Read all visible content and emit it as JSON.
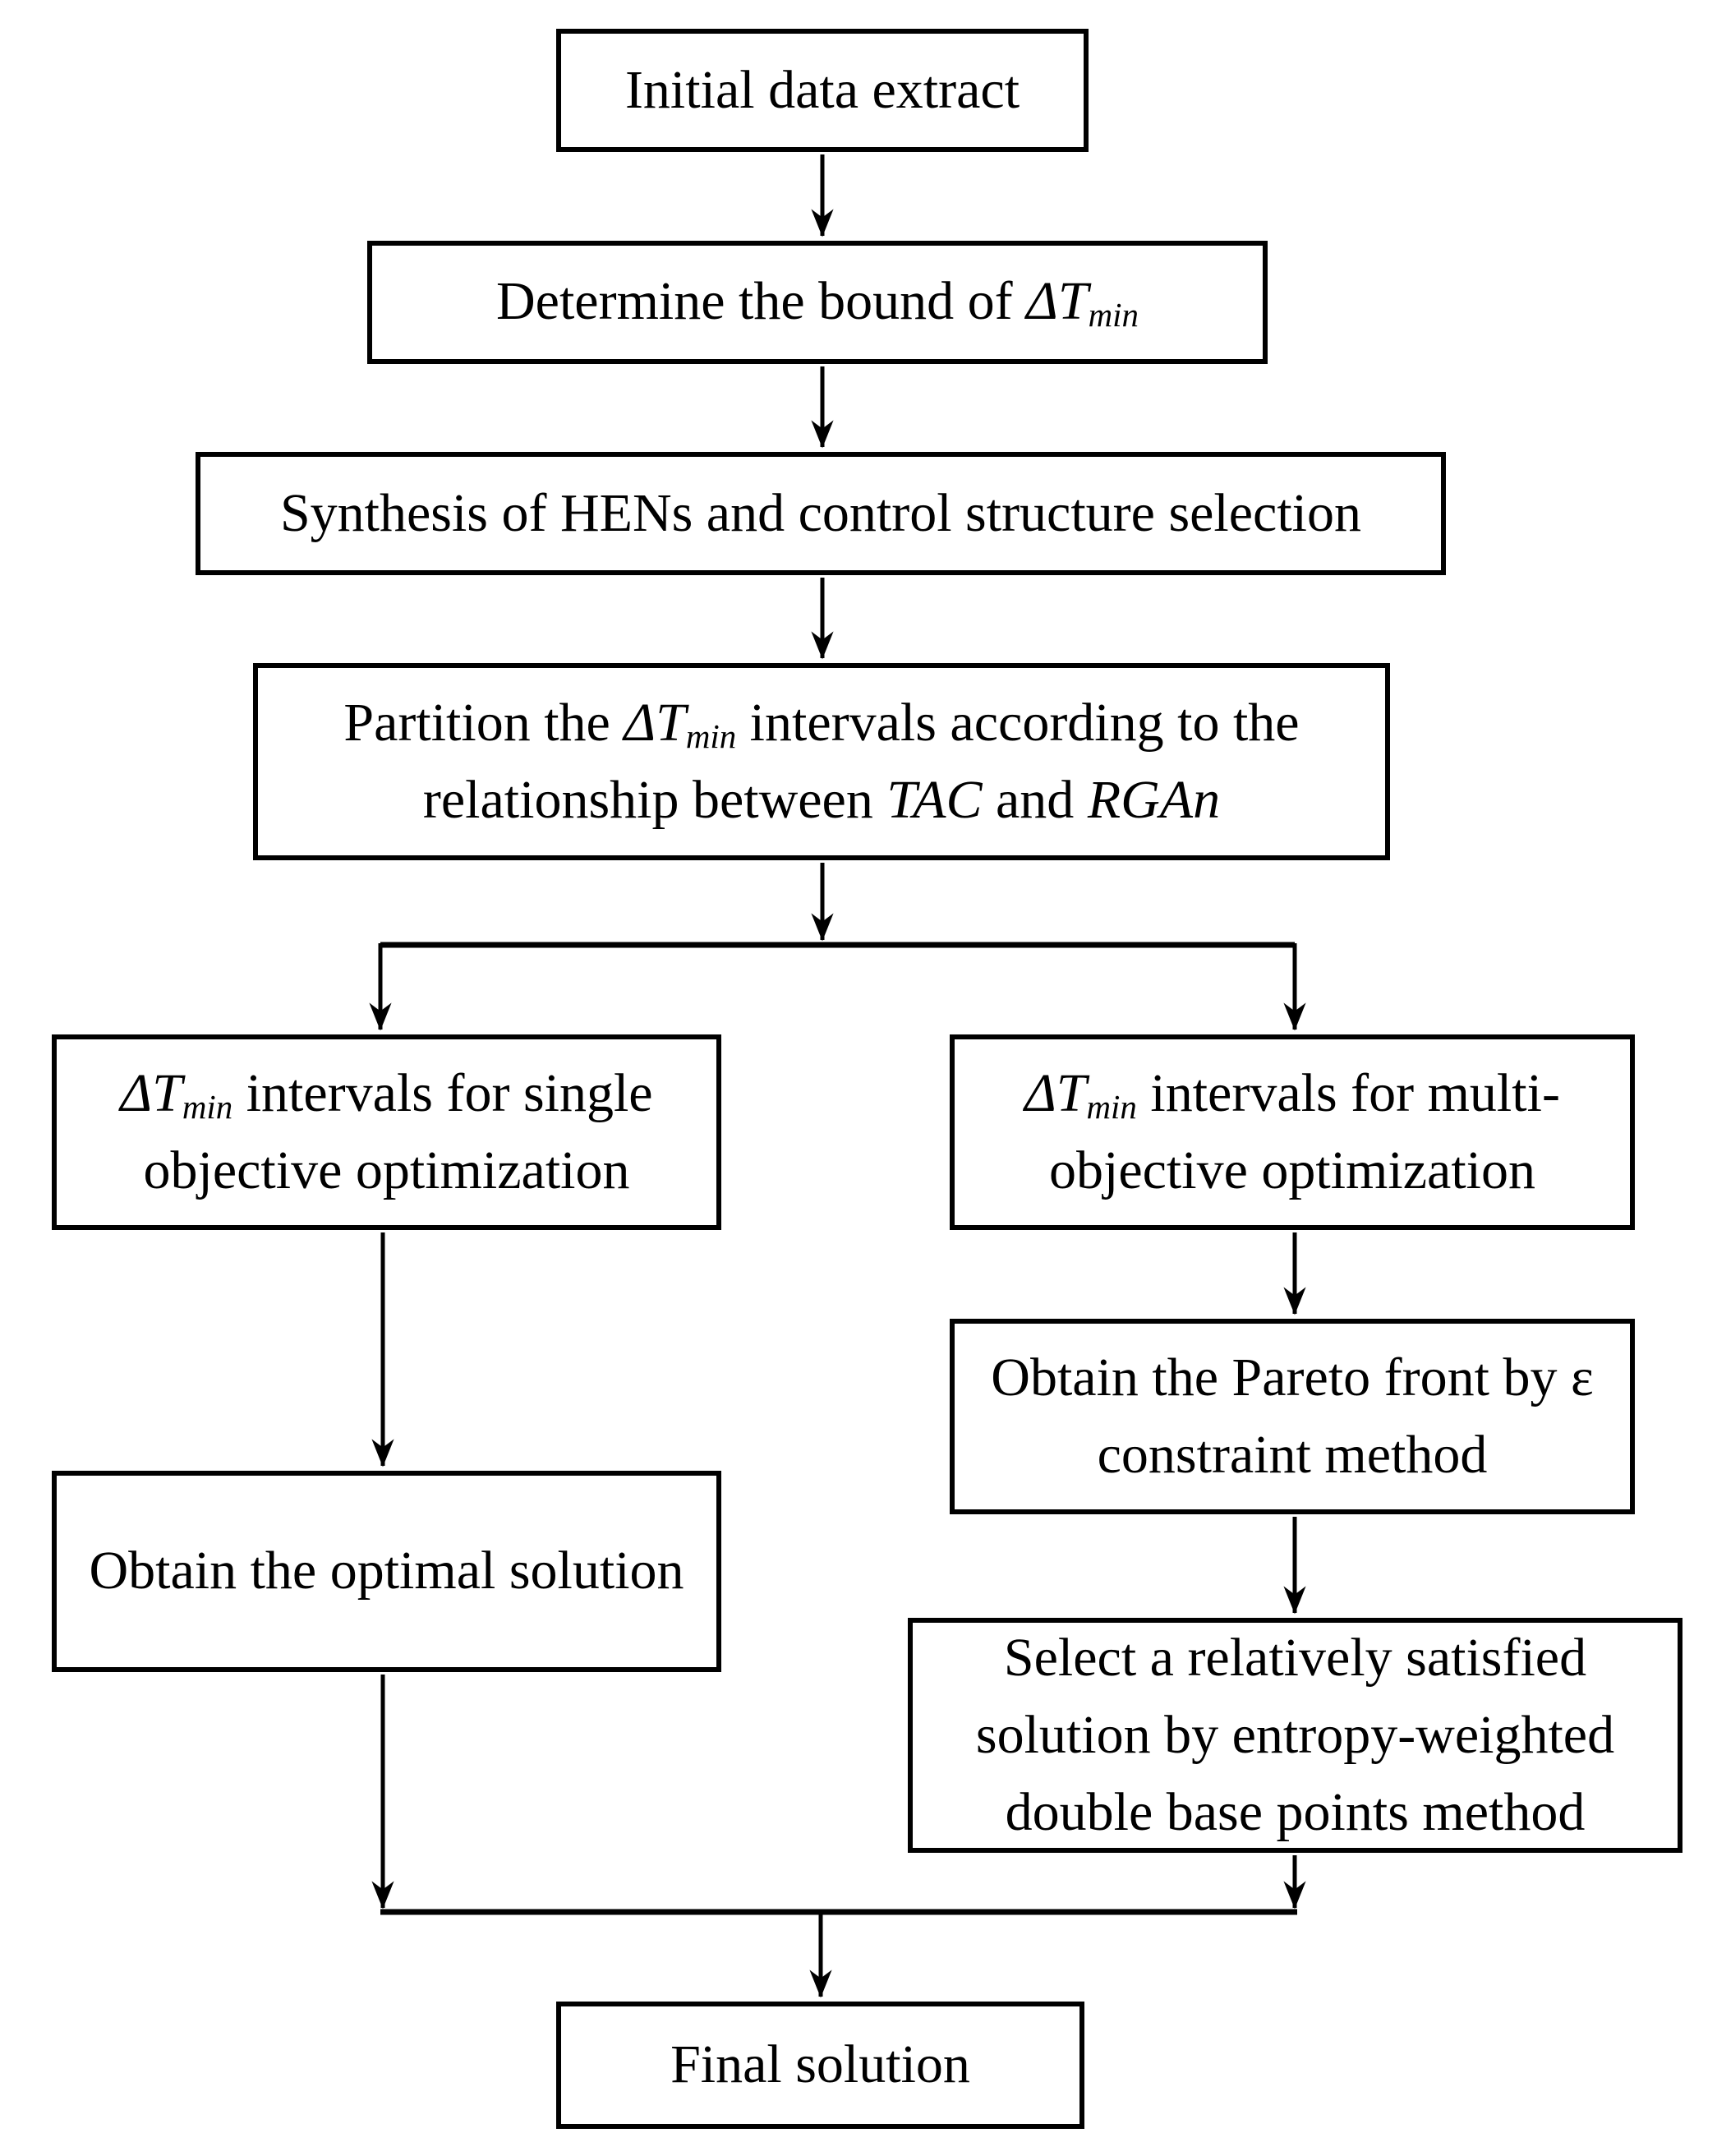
{
  "figure": {
    "type": "flowchart",
    "background": "#ffffff",
    "stroke_color": "#000000",
    "boxes": {
      "initial": {
        "text": "Initial data extract",
        "segments": [
          {
            "t": "Initial data extract"
          }
        ]
      },
      "bound": {
        "text": "Determine the bound of ΔTmin",
        "segments": [
          {
            "t": "Determine the bound of "
          },
          {
            "t": "ΔT",
            "i": true
          },
          {
            "t": "min",
            "i": true,
            "sub": true
          }
        ]
      },
      "synthesis": {
        "text": "Synthesis of HENs and control structure selection",
        "segments": [
          {
            "t": "Synthesis of HENs and control structure selection"
          }
        ]
      },
      "partition": {
        "text": "Partition the ΔTmin intervals according to the relationship between TAC and RGAn",
        "segments": [
          {
            "t": "Partition the "
          },
          {
            "t": "ΔT",
            "i": true
          },
          {
            "t": "min",
            "i": true,
            "sub": true
          },
          {
            "t": " intervals according to the"
          },
          {
            "br": true
          },
          {
            "t": "relationship between "
          },
          {
            "t": "TAC",
            "i": true
          },
          {
            "t": " and "
          },
          {
            "t": "RGAn",
            "i": true
          }
        ]
      },
      "single": {
        "text": "ΔTmin intervals for single objective optimization",
        "segments": [
          {
            "t": "ΔT",
            "i": true
          },
          {
            "t": "min",
            "i": true,
            "sub": true
          },
          {
            "t": " intervals for single"
          },
          {
            "br": true
          },
          {
            "t": "objective optimization"
          }
        ]
      },
      "multi": {
        "text": "ΔTmin intervals for multi-objective optimization",
        "segments": [
          {
            "t": "ΔT",
            "i": true
          },
          {
            "t": "min",
            "i": true,
            "sub": true
          },
          {
            "t": " intervals for multi-"
          },
          {
            "br": true
          },
          {
            "t": "objective optimization"
          }
        ]
      },
      "pareto": {
        "text": "Obtain the Pareto front by ε constraint method",
        "segments": [
          {
            "t": "Obtain the Pareto front by ε"
          },
          {
            "br": true
          },
          {
            "t": "constraint method"
          }
        ]
      },
      "optimal": {
        "text": "Obtain the optimal solution",
        "segments": [
          {
            "t": "Obtain the optimal solution"
          }
        ]
      },
      "select": {
        "text": "Select a relatively satisfied solution by entropy-weighted double base points method",
        "segments": [
          {
            "t": "Select a relatively satisfied"
          },
          {
            "br": true
          },
          {
            "t": "solution by entropy-weighted"
          },
          {
            "br": true
          },
          {
            "t": "double base points method"
          }
        ]
      },
      "final": {
        "text": "Final solution",
        "segments": [
          {
            "t": "Final solution"
          }
        ]
      }
    },
    "edges": [
      {
        "from": "initial",
        "to": "bound"
      },
      {
        "from": "bound",
        "to": "synthesis"
      },
      {
        "from": "synthesis",
        "to": "partition"
      },
      {
        "from": "partition",
        "to": "single"
      },
      {
        "from": "partition",
        "to": "multi"
      },
      {
        "from": "single",
        "to": "optimal"
      },
      {
        "from": "multi",
        "to": "pareto"
      },
      {
        "from": "pareto",
        "to": "select"
      },
      {
        "from": "optimal",
        "to": "final"
      },
      {
        "from": "select",
        "to": "final"
      }
    ]
  }
}
